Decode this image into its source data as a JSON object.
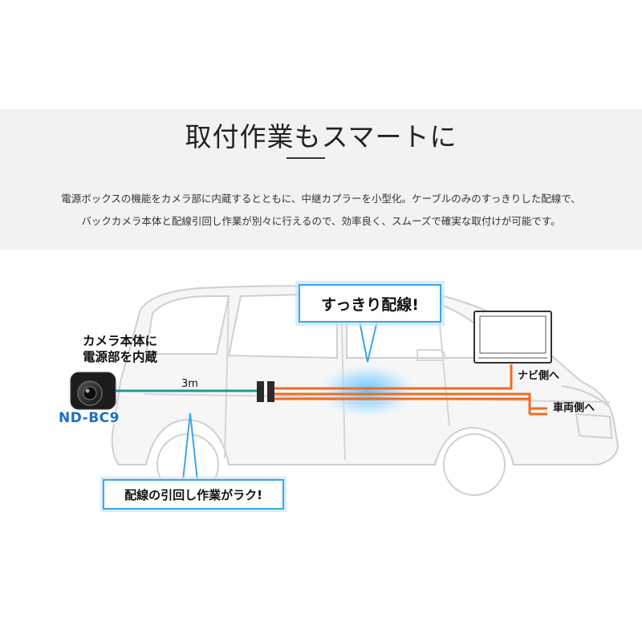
{
  "header": {
    "title": "取付作業もスマートに",
    "description_line1": "電源ボックスの機能をカメラ部に内蔵するとともに、中継カプラーを小型化。ケーブルのみのすっきりした配線で、",
    "description_line2": "バックカメラ本体と配線引回し作業が別々に行えるので、効率良く、スムーズで確実な取付けが可能です。"
  },
  "diagram": {
    "camera_label_line1": "カメラ本体に",
    "camera_label_line2": "電源部を内蔵",
    "model_name": "ND-BC9",
    "cable_length": "3m",
    "callout_top": "すっきり配線!",
    "callout_bottom": "配線の引回し作業がラク!",
    "to_navi": "ナビ側へ",
    "to_vehicle": "車両側へ"
  },
  "colors": {
    "teal_cable": "#1f9a8a",
    "orange_cable": "#f26a21",
    "callout_border": "#3aa6e6",
    "model_blue": "#1a6fc4",
    "car_outline": "#d0d0d0"
  }
}
